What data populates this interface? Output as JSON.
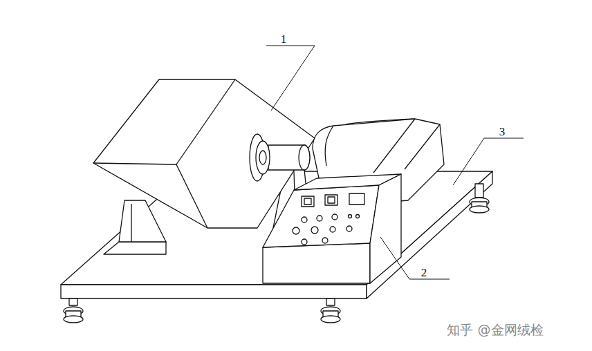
{
  "diagram": {
    "labels": [
      "1",
      "2",
      "3",
      "知乎 @金网绒检"
    ]
  }
}
